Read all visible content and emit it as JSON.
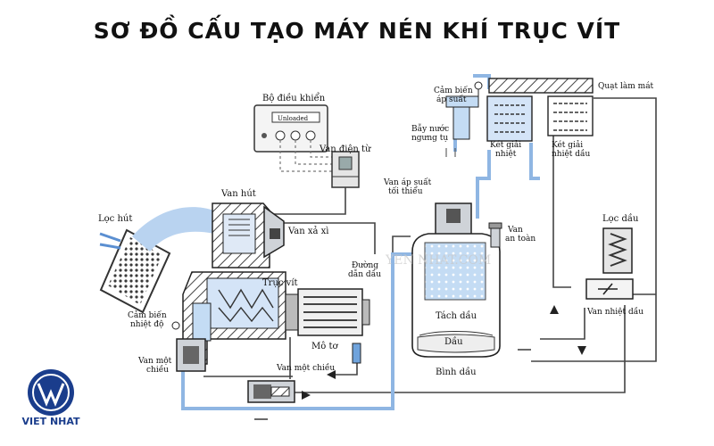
{
  "title": "SƠ ĐỒ CẤU TẠO MÁY NÉN KHÍ TRỤC VÍT",
  "labels": {
    "bo_dieu_khien": "Bộ điều khiển",
    "unloaded": "Unloaded",
    "van_dien_tu": "Van điện từ",
    "van_hut": "Van hút",
    "loc_hut": "Lọc hút",
    "van_xa_xi": "Van xả xì",
    "cam_bien_ap_suat_1": "Cảm biến",
    "cam_bien_ap_suat_2": "áp suất",
    "bay_nuoc_1": "Bẫy nước",
    "bay_nuoc_2": "ngưng tụ",
    "ket_giai_nhiet_1": "Két giải",
    "ket_giai_nhiet_2": "nhiệt",
    "quat_lam_mat": "Quạt làm mát",
    "ket_giai_nhiet_dau_1": "Két giải",
    "ket_giai_nhiet_dau_2": "nhiệt dầu",
    "van_ap_suat_1": "Van áp suất",
    "van_ap_suat_2": "tối thiểu",
    "van_an_toan_1": "Van",
    "van_an_toan_2": "an toàn",
    "loc_dau": "Lọc dầu",
    "duong_dan_dau_1": "Đường",
    "duong_dan_dau_2": "dẫn dầu",
    "truc_vit": "Trục vít",
    "cam_bien_nhiet_1": "Cảm biến",
    "cam_bien_nhiet_2": "nhiệt độ",
    "tach_dau": "Tách dầu",
    "dau": "Dầu",
    "van_nhiet_dau": "Van nhiệt dầu",
    "mo_to": "Mô tơ",
    "van_mot_chieu_1": "Van một",
    "van_mot_chieu_2": "chiều",
    "van_mot_chieu_b": "Van một chiều",
    "binh_dau": "Bình dầu"
  },
  "logo": {
    "text": "VIET NHAT",
    "color": "#1a3d8c"
  },
  "colors": {
    "air": "#a9c9ee",
    "pipe": "#555555",
    "component": "#cfd3d8"
  }
}
